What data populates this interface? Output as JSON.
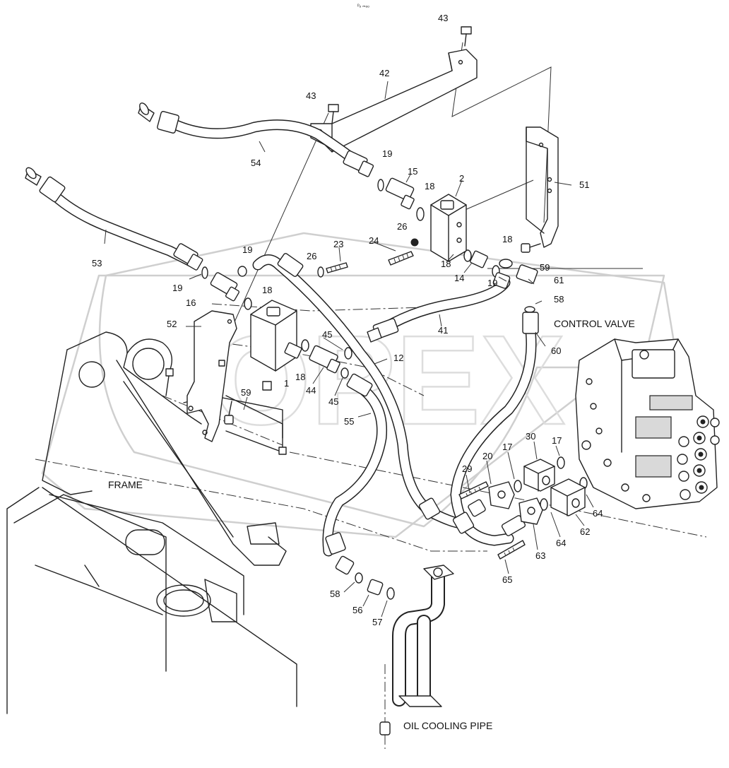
{
  "header_mark": "ᵖₒ ₘₒₒ",
  "labels": {
    "control_valve": "CONTROL VALVE",
    "frame": "FRAME",
    "oil_cooling_pipe": "OIL COOLING PIPE"
  },
  "watermark": "OPEX",
  "callouts": {
    "c43a": "43",
    "c42": "42",
    "c43b": "43",
    "c54": "54",
    "c19a": "19",
    "c15": "15",
    "c2": "2",
    "c18a": "18",
    "c51": "51",
    "c53": "53",
    "c26a": "26",
    "c24": "24",
    "c23": "23",
    "c26b": "26",
    "c19b": "19",
    "c18b": "18",
    "c18c": "18",
    "c14": "14",
    "c19c": "19",
    "c59a": "59",
    "c61": "61",
    "c58a": "58",
    "c19d": "19",
    "c16": "16",
    "c18d": "18",
    "c52": "52",
    "c1": "1",
    "c41": "41",
    "c45a": "45",
    "c12": "12",
    "c60": "60",
    "c18e": "18",
    "c44": "44",
    "c45b": "45",
    "c59b": "59",
    "c55": "55",
    "c30": "30",
    "c17a": "17",
    "c17b": "17",
    "c20": "20",
    "c29": "29",
    "c64a": "64",
    "c64b": "64",
    "c62": "62",
    "c63": "63",
    "c65": "65",
    "c58b": "58",
    "c56": "56",
    "c57": "57"
  }
}
